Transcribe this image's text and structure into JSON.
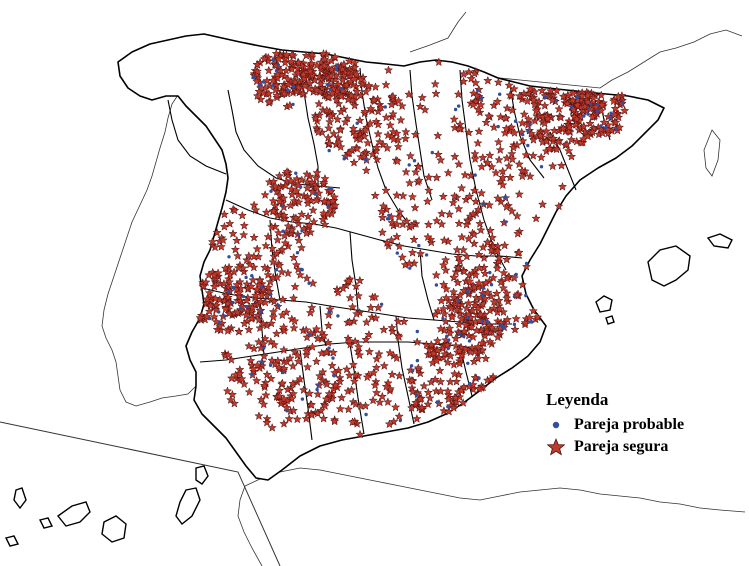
{
  "legend": {
    "title": "Leyenda",
    "items": [
      {
        "label": "Pareja probable",
        "symbol": "dot-icon",
        "color": "#2f4f9e"
      },
      {
        "label": "Pareja segura",
        "symbol": "star-icon",
        "color": "#c0392b"
      }
    ]
  },
  "colors": {
    "border_stroke": "#000000",
    "land_fill": "#ffffff",
    "star_fill": "#c0392b",
    "star_stroke": "#4a1010",
    "dot_fill": "#2f4f9e"
  },
  "symbols": {
    "star_count_estimate": 1700,
    "dot_count_estimate": 150
  }
}
